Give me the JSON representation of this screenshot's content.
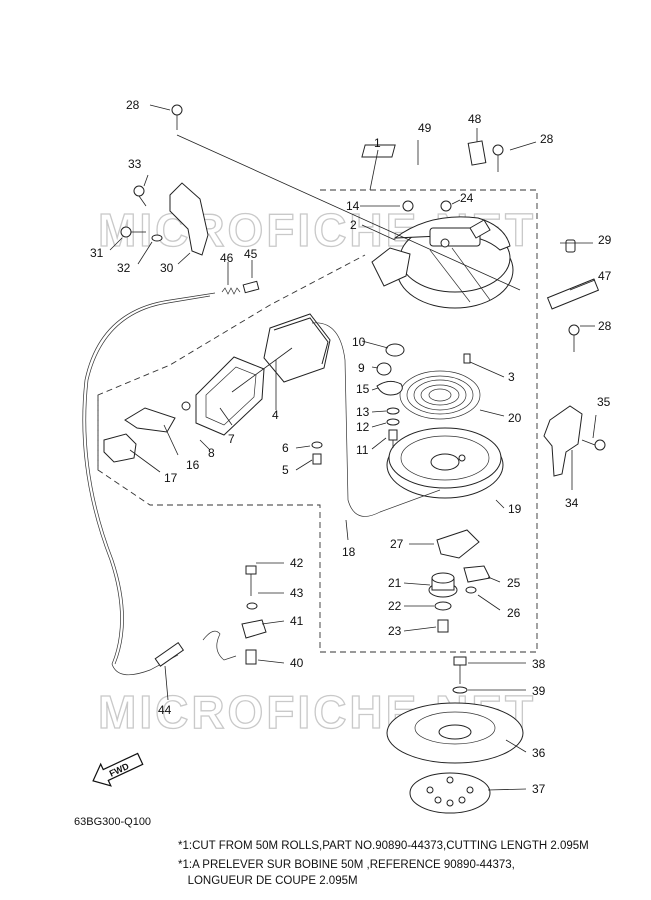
{
  "callouts": [
    {
      "id": "c1",
      "label": "1"
    },
    {
      "id": "c2",
      "label": "2"
    },
    {
      "id": "c3",
      "label": "3"
    },
    {
      "id": "c4",
      "label": "4"
    },
    {
      "id": "c5",
      "label": "5"
    },
    {
      "id": "c6",
      "label": "6"
    },
    {
      "id": "c7",
      "label": "7"
    },
    {
      "id": "c8",
      "label": "8"
    },
    {
      "id": "c9",
      "label": "9"
    },
    {
      "id": "c10",
      "label": "10"
    },
    {
      "id": "c11",
      "label": "11"
    },
    {
      "id": "c12",
      "label": "12"
    },
    {
      "id": "c13",
      "label": "13"
    },
    {
      "id": "c14",
      "label": "14"
    },
    {
      "id": "c15",
      "label": "15"
    },
    {
      "id": "c16",
      "label": "16"
    },
    {
      "id": "c17",
      "label": "17"
    },
    {
      "id": "c18",
      "label": "18"
    },
    {
      "id": "c19",
      "label": "19"
    },
    {
      "id": "c20",
      "label": "20"
    },
    {
      "id": "c21",
      "label": "21"
    },
    {
      "id": "c22",
      "label": "22"
    },
    {
      "id": "c23",
      "label": "23"
    },
    {
      "id": "c24",
      "label": "24"
    },
    {
      "id": "c25",
      "label": "25"
    },
    {
      "id": "c26",
      "label": "26"
    },
    {
      "id": "c27",
      "label": "27"
    },
    {
      "id": "c28a",
      "label": "28"
    },
    {
      "id": "c28b",
      "label": "28"
    },
    {
      "id": "c28c",
      "label": "28"
    },
    {
      "id": "c29",
      "label": "29"
    },
    {
      "id": "c30",
      "label": "30"
    },
    {
      "id": "c31",
      "label": "31"
    },
    {
      "id": "c32",
      "label": "32"
    },
    {
      "id": "c33",
      "label": "33"
    },
    {
      "id": "c34",
      "label": "34"
    },
    {
      "id": "c35",
      "label": "35"
    },
    {
      "id": "c36",
      "label": "36"
    },
    {
      "id": "c37",
      "label": "37"
    },
    {
      "id": "c38",
      "label": "38"
    },
    {
      "id": "c39",
      "label": "39"
    },
    {
      "id": "c40",
      "label": "40"
    },
    {
      "id": "c41",
      "label": "41"
    },
    {
      "id": "c42",
      "label": "42"
    },
    {
      "id": "c43",
      "label": "43"
    },
    {
      "id": "c44",
      "label": "44"
    },
    {
      "id": "c45",
      "label": "45"
    },
    {
      "id": "c46",
      "label": "46"
    },
    {
      "id": "c47",
      "label": "47"
    },
    {
      "id": "c48",
      "label": "48"
    },
    {
      "id": "c49",
      "label": "49"
    }
  ],
  "watermark": "MICROFICHE.NET",
  "fwd_label": "FWD",
  "diagram_code": "63BG300-Q100",
  "notes": [
    "*1:CUT FROM 50M ROLLS,PART NO.90890-44373,CUTTING LENGTH 2.095M",
    "*1:A PRELEVER SUR BOBINE 50M ,REFERENCE 90890-44373,",
    "   LONGUEUR DE COUPE 2.095M"
  ]
}
